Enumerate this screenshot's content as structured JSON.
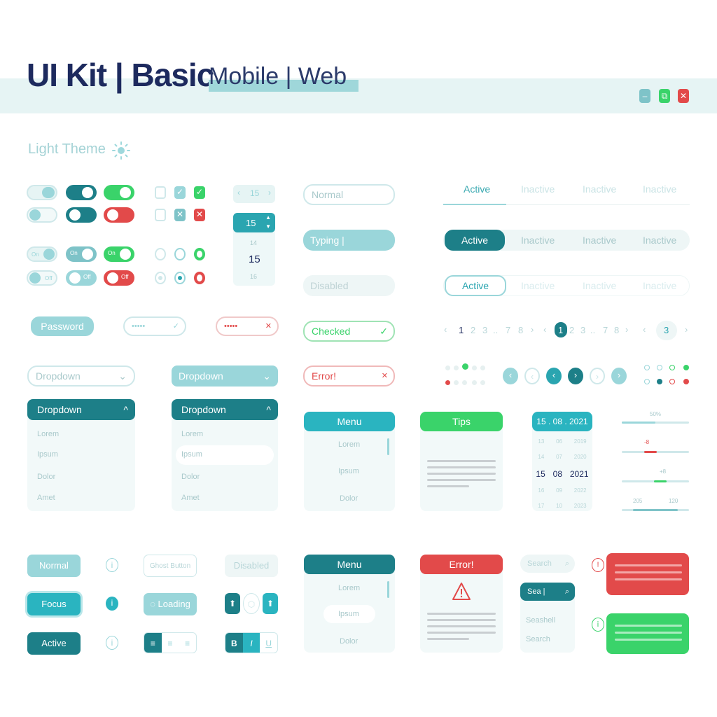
{
  "header": {
    "title": "UI Kit | Basic",
    "subtitle": "Mobile | Web",
    "window_controls": [
      "–",
      "⧉",
      "✕"
    ]
  },
  "theme": {
    "label": "Light Theme",
    "icon": "sun-icon"
  },
  "toggles": {
    "on_label": "On",
    "off_label": "Off"
  },
  "stepper": {
    "value": "15",
    "picker_values": [
      "14",
      "15",
      "16"
    ]
  },
  "password": {
    "label": "Password",
    "masked": "•••••",
    "error_masked": "•••••"
  },
  "inputs": {
    "normal": "Normal",
    "typing": "Typing |",
    "disabled": "Disabled",
    "checked": "Checked",
    "error": "Error!"
  },
  "dropdowns": {
    "closed_label": "Dropdown",
    "open_label": "Dropdown",
    "items": [
      "Lorem",
      "Ipsum",
      "Dolor",
      "Amet"
    ]
  },
  "tabs": {
    "active": "Active",
    "inactive": "Inactive"
  },
  "pagination": {
    "set_a": [
      "1",
      "2",
      "3",
      "..",
      "7",
      "8"
    ],
    "set_b": [
      "1",
      "2",
      "3",
      "..",
      "7",
      "8"
    ],
    "set_c": "3",
    "prev": "‹",
    "next": "›"
  },
  "menu": {
    "label": "Menu",
    "items": [
      "Lorem",
      "Ipsum",
      "Dolor"
    ]
  },
  "tips": {
    "label": "Tips"
  },
  "error_tip": {
    "label": "Error!"
  },
  "datepicker": {
    "selected": "15 . 08 . 2021",
    "rows": [
      [
        "13",
        "06",
        "2019"
      ],
      [
        "14",
        "07",
        "2020"
      ],
      [
        "15",
        "08",
        "2021"
      ],
      [
        "16",
        "09",
        "2022"
      ],
      [
        "17",
        "10",
        "2023"
      ]
    ]
  },
  "sliders": {
    "values": [
      "50%",
      "-8",
      "+8"
    ],
    "range": [
      "205",
      "120"
    ]
  },
  "buttons": {
    "normal": "Normal",
    "focus": "Focus",
    "active": "Active",
    "ghost": "Ghost Button",
    "disabled": "Disabled",
    "loading": "Loading"
  },
  "search": {
    "placeholder": "Search",
    "typing": "Sea |",
    "suggestions": [
      "Seashell",
      "Search"
    ]
  },
  "colors": {
    "teal": "#2aa5b0",
    "teal_dark": "#1d7f88",
    "teal_light": "#9ad6da",
    "green": "#3ad36a",
    "red": "#e24a4a",
    "navy": "#1d2a5e"
  }
}
